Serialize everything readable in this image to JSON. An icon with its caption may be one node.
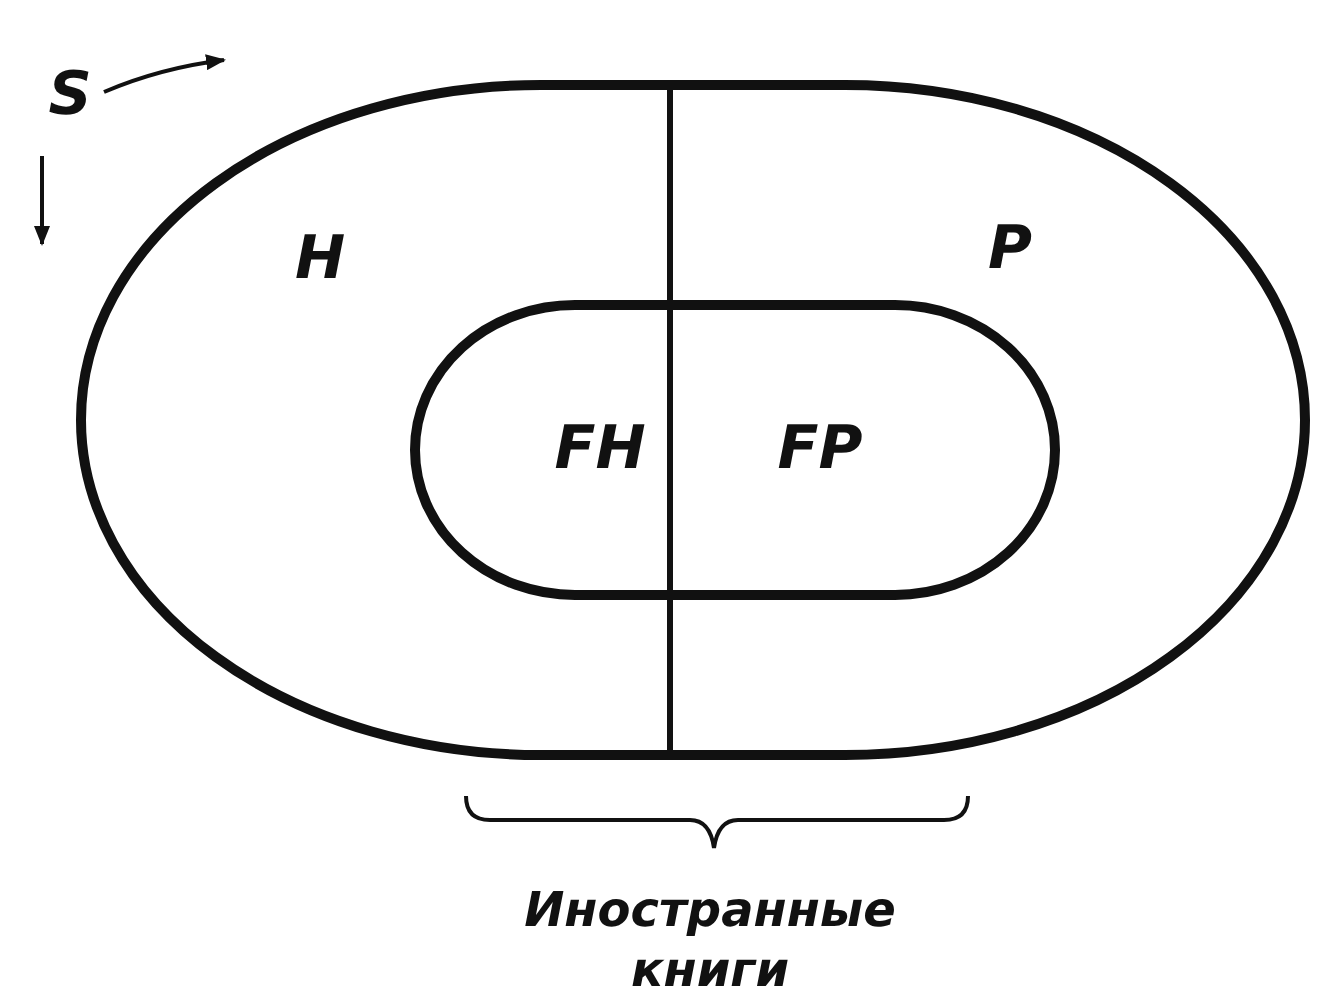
{
  "diagram": {
    "nodes": [
      {
        "text": [
          "H",
          "P"
        ]
      },
      {
        "text": [
          "FH",
          "FP"
        ],
        "in": 0
      }
    ],
    "labels": [
      "S",
      "Иностранные книги"
    ]
  }
}
